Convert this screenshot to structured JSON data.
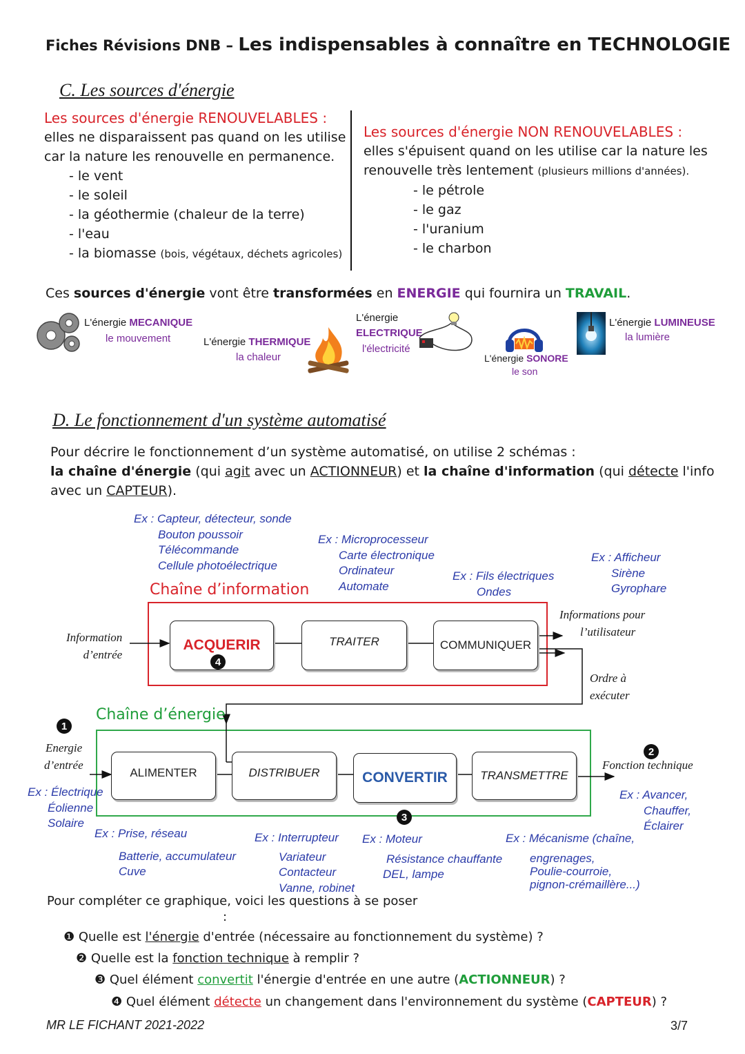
{
  "header": {
    "prefix": "Fiches Révisions DNB – ",
    "title": "Les indispensables à connaître en TECHNOLOGIE"
  },
  "sectionC": {
    "title": "C. Les sources d'énergie",
    "renew": {
      "heading": "Les sources d'énergie RENOUVELABLES :",
      "line1": "elles ne disparaissent pas quand on les utilise",
      "line2": "car la nature les renouvelle en permanence.",
      "items": [
        "- le vent",
        "- le soleil",
        "- la géothermie (chaleur de la terre)",
        "- l'eau",
        "- la biomasse"
      ],
      "biomasse_note": "(bois, végétaux, déchets agricoles)"
    },
    "nonrenew": {
      "heading": "Les sources d'énergie NON RENOUVELABLES :",
      "line1": "elles s'épuisent quand on les utilise car la nature les",
      "line2": "renouvelle très lentement",
      "line2_note": "(plusieurs millions d'années).",
      "items": [
        "- le pétrole",
        "- le gaz",
        "- l'uranium",
        "- le charbon"
      ]
    },
    "transform": {
      "p1": "Ces ",
      "b1": "sources d'énergie",
      "p2": " vont être ",
      "b2": "transformées",
      "p3": " en ",
      "b3": "ENERGIE",
      "p4": " qui fournira un ",
      "b4": "TRAVAIL",
      "p5": "."
    },
    "energies": {
      "meca_pre": "L'énergie ",
      "meca": "MECANIQUE",
      "meca_sub": "le mouvement",
      "therm_pre": "L'énergie ",
      "therm": "THERMIQUE",
      "therm_sub": "la chaleur",
      "elec_pre": "L'énergie",
      "elec": "ELECTRIQUE",
      "elec_sub": "l'électricité",
      "son_pre": "L'énergie ",
      "son": "SONORE",
      "son_sub": "le son",
      "lum_pre": "L'énergie ",
      "lum": "LUMINEUSE",
      "lum_sub": "la lumière"
    }
  },
  "sectionD": {
    "title": "D. Le fonctionnement d'un système automatisé",
    "intro1": "Pour décrire le fonctionnement d’un système automatisé, on utilise 2 schémas :",
    "i_b1": "la chaîne d'énergie",
    "i_t1": " (qui ",
    "i_u1": "agit",
    "i_t2": " avec un ",
    "i_u2": "ACTIONNEUR",
    "i_t3": ") et ",
    "i_b2": "la chaîne d'information",
    "i_t4": " (qui ",
    "i_u3": "détecte",
    "i_t5": " l'info",
    "i_t6": "avec un ",
    "i_u4": "CAPTEUR",
    "i_t7": ")."
  },
  "diagram": {
    "info_chain_label": "Chaîne d’information",
    "energy_chain_label": "Chaîne d’énergie",
    "info_boxes": [
      "ACQUERIR",
      "TRAITER",
      "COMMUNIQUER"
    ],
    "energy_boxes": [
      "ALIMENTER",
      "DISTRIBUER",
      "CONVERTIR",
      "TRANSMETTRE"
    ],
    "info_input": [
      "Information",
      "d’entrée"
    ],
    "info_user": [
      "Informations pour",
      "l’utilisateur"
    ],
    "order": [
      "Ordre à",
      "exécuter"
    ],
    "energy_input": [
      "Energie",
      "d’entrée"
    ],
    "function": "Fonction technique",
    "num1": "1",
    "num2": "2",
    "num3": "3",
    "num4": "4",
    "ex_acq": [
      "Ex : Capteur, détecteur, sonde",
      "Bouton poussoir",
      "Télécommande",
      "Cellule photoélectrique"
    ],
    "ex_trait": [
      "Ex : Microprocesseur",
      "Carte électronique",
      "Ordinateur",
      "Automate"
    ],
    "ex_comm": [
      "Ex : Fils électriques",
      "Ondes"
    ],
    "ex_user": [
      "Ex : Afficheur",
      "Sirène",
      "Gyrophare"
    ],
    "ex_energy": [
      "Ex : Électrique",
      "Éolienne",
      "Solaire"
    ],
    "ex_alim": [
      "Ex : Prise, réseau",
      "Batterie, accumulateur",
      "Cuve"
    ],
    "ex_dist": [
      "Ex : Interrupteur",
      "Variateur",
      "Contacteur",
      "Vanne, robinet"
    ],
    "ex_conv": [
      "Ex : Moteur",
      "Résistance chauffante",
      "DEL, lampe"
    ],
    "ex_trans": [
      "Ex : Mécanisme (chaîne,",
      "engrenages,",
      "Poulie-courroie,",
      "pignon-crémaillère...)"
    ],
    "ex_func": [
      "Ex : Avancer,",
      "Chauffer,",
      "Éclairer"
    ]
  },
  "questions": {
    "intro": "Pour compléter ce graphique, voici les questions à se poser",
    "colon": ":",
    "q1_a": "Quelle est ",
    "q1_u": "l'énergie",
    "q1_b": " d'entrée (nécessaire au fonctionnement du système) ?",
    "q2_a": "Quelle est la ",
    "q2_u": "fonction technique",
    "q2_b": " à remplir ?",
    "q3_a": "Quel élément ",
    "q3_u": "convertit",
    "q3_b": " l'énergie d'entrée en une autre (",
    "q3_c": "ACTIONNEUR",
    "q3_d": ") ?",
    "q4_a": "Quel élément ",
    "q4_u": "détecte",
    "q4_b": " un changement dans l'environnement du système (",
    "q4_c": "CAPTEUR",
    "q4_d": ") ?"
  },
  "footer": {
    "left": "MR LE FICHANT 2021-2022",
    "right": "3/7"
  }
}
